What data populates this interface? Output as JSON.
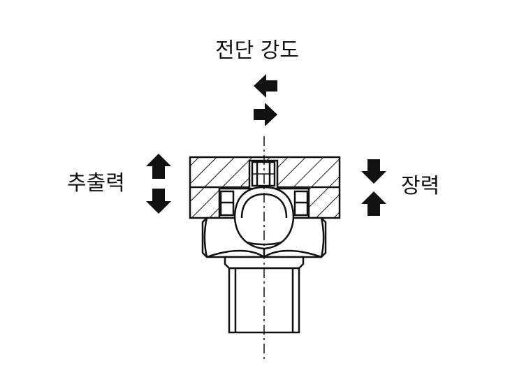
{
  "labels": {
    "shear_strength": "전단 강도",
    "pull_out_force": "추출력",
    "tension": "장력"
  },
  "colors": {
    "line": "#111111",
    "fill": "#ffffff",
    "arrow": "#111111"
  },
  "icons": [
    "arrow-left-icon",
    "arrow-right-icon",
    "arrow-up-icon",
    "arrow-down-icon"
  ]
}
